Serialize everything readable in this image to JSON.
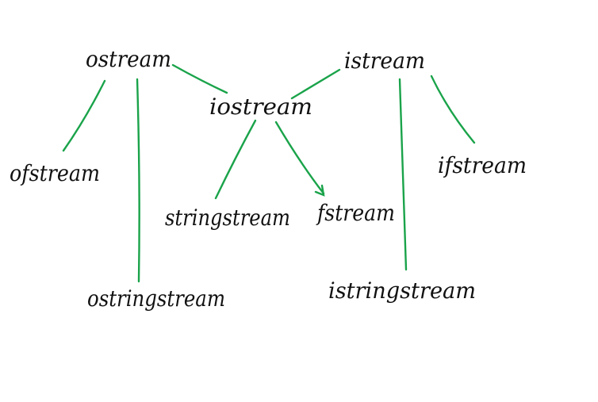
{
  "diagram": {
    "edge_color": "#1aa34a",
    "text_color": "#111111",
    "nodes": [
      {
        "id": "ostream",
        "label": "ostream"
      },
      {
        "id": "istream",
        "label": "istream"
      },
      {
        "id": "iostream",
        "label": "iostream"
      },
      {
        "id": "ofstream",
        "label": "ofstream"
      },
      {
        "id": "ifstream",
        "label": "ifstream"
      },
      {
        "id": "stringstream",
        "label": "stringstream"
      },
      {
        "id": "fstream",
        "label": "fstream"
      },
      {
        "id": "ostringstream",
        "label": "ostringstream"
      },
      {
        "id": "istringstream",
        "label": "istringstream"
      }
    ],
    "edges": [
      {
        "from": "ostream",
        "to": "iostream"
      },
      {
        "from": "istream",
        "to": "iostream"
      },
      {
        "from": "ostream",
        "to": "ofstream"
      },
      {
        "from": "ostream",
        "to": "ostringstream"
      },
      {
        "from": "iostream",
        "to": "stringstream"
      },
      {
        "from": "iostream",
        "to": "fstream"
      },
      {
        "from": "istream",
        "to": "istringstream"
      },
      {
        "from": "istream",
        "to": "ifstream"
      }
    ]
  }
}
